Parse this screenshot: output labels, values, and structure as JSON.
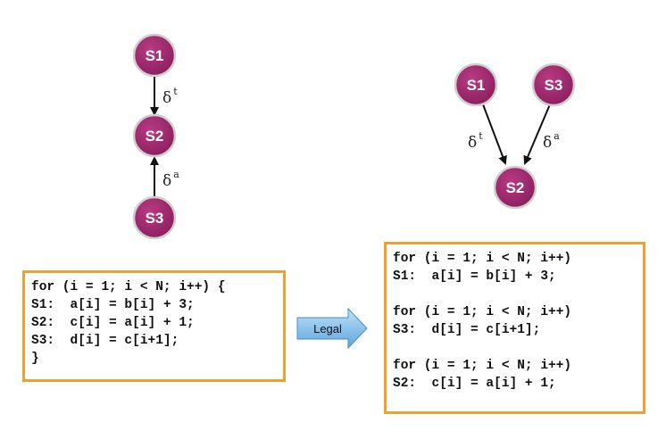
{
  "left_graph": {
    "nodes": [
      "S1",
      "S2",
      "S3"
    ],
    "edge_s1_s2": {
      "symbol": "δ",
      "sup": "t"
    },
    "edge_s3_s2": {
      "symbol": "δ",
      "sup": "a"
    }
  },
  "right_graph": {
    "nodes": [
      "S1",
      "S3",
      "S2"
    ],
    "edge_s1_s2": {
      "symbol": "δ",
      "sup": "t"
    },
    "edge_s3_s2": {
      "symbol": "δ",
      "sup": "a"
    }
  },
  "arrow_label": "Legal",
  "code_left": [
    "for (i = 1; i < N; i++) {",
    "S1:  a[i] = b[i] + 3;",
    "S2:  c[i] = a[i] + 1;",
    "S3:  d[i] = c[i+1];",
    "}"
  ],
  "code_right": [
    "for (i = 1; i < N; i++)",
    "S1:  a[i] = b[i] + 3;",
    "",
    "for (i = 1; i < N; i++)",
    "S3:  d[i] = c[i+1];",
    "",
    "for (i = 1; i < N; i++)",
    "S2:  c[i] = a[i] + 1;"
  ],
  "colors": {
    "node_fill": "#9e2a6e",
    "node_stroke": "#c9c9c9",
    "box_border": "#f0a030",
    "arrow_fill": "#7bbbe8"
  }
}
